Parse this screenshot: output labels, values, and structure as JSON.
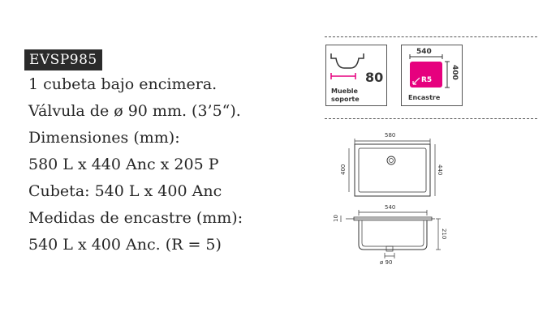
{
  "model": "EVSP985",
  "specs": [
    "1 cubeta bajo encimera.",
    "Válvula de ø 90 mm. (3’5“).",
    "Dimensiones (mm):",
    "580 L x 440 Anc x 205 P",
    "Cubeta: 540 L x 400 Anc",
    "Medidas de encastre (mm):",
    "540 L x 400 Anc. (R = 5)"
  ],
  "icons": {
    "cabinet": {
      "value": "80",
      "caption_line1": "Mueble",
      "caption_line2": "soporte"
    },
    "cutout": {
      "width": "540",
      "height": "400",
      "radius": "R5",
      "caption": "Encastre",
      "accent": "#e6007e"
    }
  },
  "top_view": {
    "width": "580",
    "inner_height": "400",
    "outer_height": "440"
  },
  "section_view": {
    "width": "540",
    "rim": "10",
    "depth": "210",
    "valve": "ø 90"
  }
}
